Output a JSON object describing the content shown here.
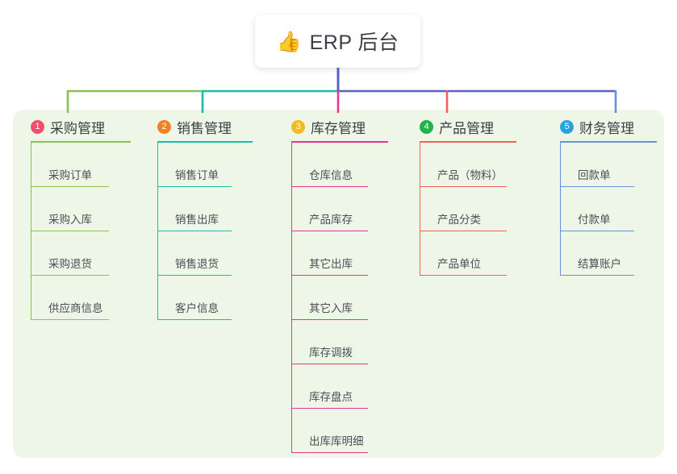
{
  "root": {
    "icon": "thumbs-up-icon",
    "emoji": "👍",
    "title": "ERP 后台"
  },
  "palette": {
    "panel_background": "#eef7e7",
    "page_background": "#ffffff",
    "text": "#3b3f45",
    "item_text": "#4a4f56",
    "wire_green": "#8cc152",
    "wire_teal": "#15bfa5",
    "wire_indigo": "#5b5fc7",
    "drop_green": "#8cc152",
    "drop_teal": "#15bfa5",
    "drop_pink": "#e8368f",
    "drop_red": "#f4605c",
    "drop_blue": "#6f8ed8"
  },
  "columns": [
    {
      "index": "1",
      "title": "采购管理",
      "badge_color": "#f1506a",
      "line_color": "#8cc152",
      "items": [
        {
          "label": "采购订单"
        },
        {
          "label": "采购入库"
        },
        {
          "label": "采购退货"
        },
        {
          "label": "供应商信息"
        }
      ]
    },
    {
      "index": "2",
      "title": "销售管理",
      "badge_color": "#f38021",
      "line_color": "#15bfa5",
      "items": [
        {
          "label": "销售订单"
        },
        {
          "label": "销售出库"
        },
        {
          "label": "销售退货"
        },
        {
          "label": "客户信息"
        }
      ]
    },
    {
      "index": "3",
      "title": "库存管理",
      "badge_color": "#f5b921",
      "line_color": "#e8368f",
      "items": [
        {
          "label": "仓库信息"
        },
        {
          "label": "产品库存"
        },
        {
          "label": "其它出库"
        },
        {
          "label": "其它入库"
        },
        {
          "label": "库存调拨"
        },
        {
          "label": "库存盘点"
        },
        {
          "label": "出库库明细"
        }
      ]
    },
    {
      "index": "4",
      "title": "产品管理",
      "badge_color": "#22b14c",
      "line_color": "#f4605c",
      "items": [
        {
          "label": "产品（物料）"
        },
        {
          "label": "产品分类"
        },
        {
          "label": "产品单位"
        }
      ]
    },
    {
      "index": "5",
      "title": "财务管理",
      "badge_color": "#29a3e0",
      "line_color": "#6f8ed8",
      "items": [
        {
          "label": "回款单"
        },
        {
          "label": "付款单"
        },
        {
          "label": "结算账户"
        }
      ]
    }
  ]
}
